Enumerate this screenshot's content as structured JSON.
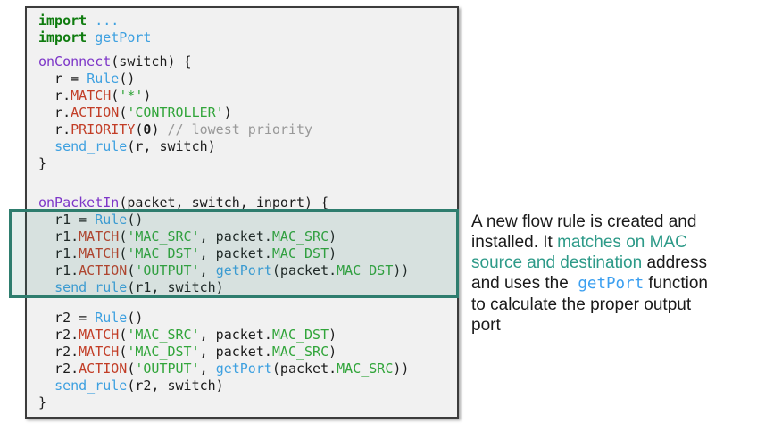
{
  "palette": {
    "panel_background": "#f1f1f1",
    "panel_border": "#3c3c3c",
    "code_plain": "#1c1c1c",
    "code_keyword_green": "#0f7c0f",
    "code_function_purple": "#7d36c8",
    "code_identifier_blue": "#3da0e0",
    "code_method_red": "#c23d26",
    "code_string_green": "#31a53a",
    "code_comment_gray": "#999999",
    "highlight_border_teal": "#2e7d6e",
    "highlight_fill": "rgba(46,125,110,0.13)",
    "explanation_teal": "#2d9a88",
    "explanation_code_blue": "#3b9ff0"
  },
  "code_panel": {
    "blocks": [
      {
        "name": "imports",
        "lines": [
          [
            {
              "t": "import",
              "c": "kw"
            },
            {
              "t": " ",
              "c": "pln"
            },
            {
              "t": "...",
              "c": "blu"
            }
          ],
          [
            {
              "t": "import",
              "c": "kw"
            },
            {
              "t": " ",
              "c": "pln"
            },
            {
              "t": "getPort",
              "c": "blu"
            }
          ]
        ]
      },
      {
        "name": "onConnect-handler",
        "lines": [
          [
            {
              "t": "onConnect",
              "c": "fn"
            },
            {
              "t": "(switch) {",
              "c": "pln"
            }
          ],
          [
            {
              "t": "  r = ",
              "c": "pln"
            },
            {
              "t": "Rule",
              "c": "blu"
            },
            {
              "t": "()",
              "c": "pln"
            }
          ],
          [
            {
              "t": "  r.",
              "c": "pln"
            },
            {
              "t": "MATCH",
              "c": "red"
            },
            {
              "t": "(",
              "c": "pln"
            },
            {
              "t": "'*'",
              "c": "str"
            },
            {
              "t": ")",
              "c": "pln"
            }
          ],
          [
            {
              "t": "  r.",
              "c": "pln"
            },
            {
              "t": "ACTION",
              "c": "red"
            },
            {
              "t": "(",
              "c": "pln"
            },
            {
              "t": "'CONTROLLER'",
              "c": "str"
            },
            {
              "t": ")",
              "c": "pln"
            }
          ],
          [
            {
              "t": "  r.",
              "c": "pln"
            },
            {
              "t": "PRIORITY",
              "c": "red"
            },
            {
              "t": "(",
              "c": "pln"
            },
            {
              "t": "0",
              "c": "num"
            },
            {
              "t": ") ",
              "c": "pln"
            },
            {
              "t": "// lowest priority",
              "c": "com"
            }
          ],
          [
            {
              "t": "  ",
              "c": "pln"
            },
            {
              "t": "send_rule",
              "c": "blu"
            },
            {
              "t": "(r, switch)",
              "c": "pln"
            }
          ],
          [
            {
              "t": "}",
              "c": "pln"
            }
          ]
        ]
      },
      {
        "name": "onPacketIn-handler-rule1",
        "lines": [
          [
            {
              "t": "onPacketIn",
              "c": "fn"
            },
            {
              "t": "(packet, switch, inport) {",
              "c": "pln"
            }
          ],
          [
            {
              "t": "  r1 = ",
              "c": "pln"
            },
            {
              "t": "Rule",
              "c": "blu"
            },
            {
              "t": "()",
              "c": "pln"
            }
          ],
          [
            {
              "t": "  r1.",
              "c": "pln"
            },
            {
              "t": "MATCH",
              "c": "red"
            },
            {
              "t": "(",
              "c": "pln"
            },
            {
              "t": "'MAC_SRC'",
              "c": "str"
            },
            {
              "t": ", packet.",
              "c": "pln"
            },
            {
              "t": "MAC_SRC",
              "c": "str"
            },
            {
              "t": ")",
              "c": "pln"
            }
          ],
          [
            {
              "t": "  r1.",
              "c": "pln"
            },
            {
              "t": "MATCH",
              "c": "red"
            },
            {
              "t": "(",
              "c": "pln"
            },
            {
              "t": "'MAC_DST'",
              "c": "str"
            },
            {
              "t": ", packet.",
              "c": "pln"
            },
            {
              "t": "MAC_DST",
              "c": "str"
            },
            {
              "t": ")",
              "c": "pln"
            }
          ],
          [
            {
              "t": "  r1.",
              "c": "pln"
            },
            {
              "t": "ACTION",
              "c": "red"
            },
            {
              "t": "(",
              "c": "pln"
            },
            {
              "t": "'OUTPUT'",
              "c": "str"
            },
            {
              "t": ", ",
              "c": "pln"
            },
            {
              "t": "getPort",
              "c": "blu"
            },
            {
              "t": "(packet.",
              "c": "pln"
            },
            {
              "t": "MAC_DST",
              "c": "str"
            },
            {
              "t": "))",
              "c": "pln"
            }
          ],
          [
            {
              "t": "  ",
              "c": "pln"
            },
            {
              "t": "send_rule",
              "c": "blu"
            },
            {
              "t": "(r1, switch)",
              "c": "pln"
            }
          ]
        ]
      },
      {
        "name": "onPacketIn-handler-rule2",
        "lines": [
          [
            {
              "t": "  r2 = ",
              "c": "pln"
            },
            {
              "t": "Rule",
              "c": "blu"
            },
            {
              "t": "()",
              "c": "pln"
            }
          ],
          [
            {
              "t": "  r2.",
              "c": "pln"
            },
            {
              "t": "MATCH",
              "c": "red"
            },
            {
              "t": "(",
              "c": "pln"
            },
            {
              "t": "'MAC_SRC'",
              "c": "str"
            },
            {
              "t": ", packet.",
              "c": "pln"
            },
            {
              "t": "MAC_DST",
              "c": "str"
            },
            {
              "t": ")",
              "c": "pln"
            }
          ],
          [
            {
              "t": "  r2.",
              "c": "pln"
            },
            {
              "t": "MATCH",
              "c": "red"
            },
            {
              "t": "(",
              "c": "pln"
            },
            {
              "t": "'MAC_DST'",
              "c": "str"
            },
            {
              "t": ", packet.",
              "c": "pln"
            },
            {
              "t": "MAC_SRC",
              "c": "str"
            },
            {
              "t": ")",
              "c": "pln"
            }
          ],
          [
            {
              "t": "  r2.",
              "c": "pln"
            },
            {
              "t": "ACTION",
              "c": "red"
            },
            {
              "t": "(",
              "c": "pln"
            },
            {
              "t": "'OUTPUT'",
              "c": "str"
            },
            {
              "t": ", ",
              "c": "pln"
            },
            {
              "t": "getPort",
              "c": "blu"
            },
            {
              "t": "(packet.",
              "c": "pln"
            },
            {
              "t": "MAC_SRC",
              "c": "str"
            },
            {
              "t": "))",
              "c": "pln"
            }
          ],
          [
            {
              "t": "  ",
              "c": "pln"
            },
            {
              "t": "send_rule",
              "c": "blu"
            },
            {
              "t": "(r2, switch)",
              "c": "pln"
            }
          ],
          [
            {
              "t": "}",
              "c": "pln"
            }
          ]
        ]
      }
    ]
  },
  "explanation": {
    "lines": [
      {
        "segments": [
          {
            "text": "A new flow rule is created and",
            "style": "plain"
          }
        ]
      },
      {
        "segments": [
          {
            "text": "installed. It ",
            "style": "plain"
          },
          {
            "text": "matches on MAC",
            "style": "teal"
          }
        ]
      },
      {
        "segments": [
          {
            "text": "source and destination",
            "style": "teal"
          },
          {
            "text": " address",
            "style": "plain"
          }
        ]
      },
      {
        "segments": [
          {
            "text": "and uses the  ",
            "style": "plain"
          },
          {
            "text": "getPort",
            "style": "code"
          },
          {
            "text": " function",
            "style": "plain"
          }
        ]
      },
      {
        "segments": [
          {
            "text": "to calculate the proper output",
            "style": "plain"
          }
        ]
      },
      {
        "segments": [
          {
            "text": "port",
            "style": "plain"
          }
        ]
      }
    ]
  }
}
